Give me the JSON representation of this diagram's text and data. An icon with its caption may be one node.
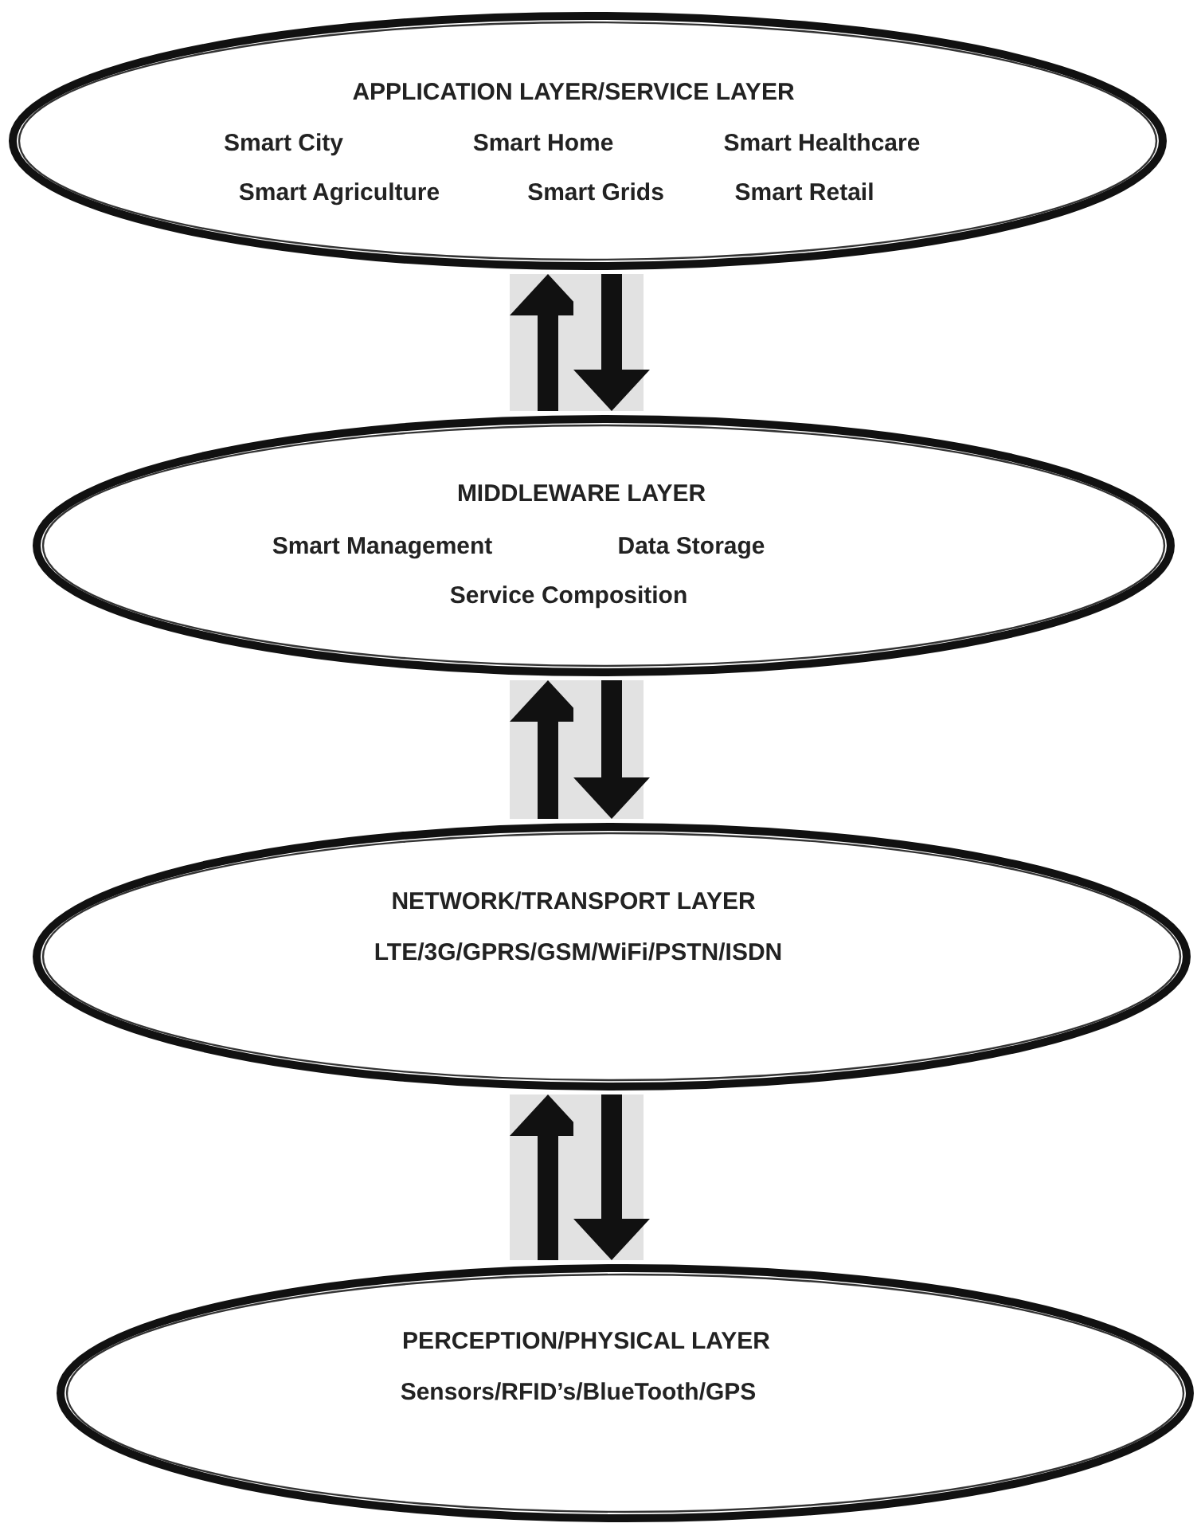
{
  "diagram": {
    "nodes": [
      {
        "text": [
          "APPLICATION LAYER/SERVICE LAYER",
          "Smart City",
          "Smart Home",
          "Smart Healthcare",
          "Smart Agriculture",
          "Smart Grids",
          "Smart Retail"
        ]
      },
      {
        "text": [
          "MIDDLEWARE LAYER",
          "Smart Management",
          "Data Storage",
          "Service Composition"
        ]
      },
      {
        "text": [
          "NETWORK/TRANSPORT LAYER",
          "LTE/3G/GPRS/GSM/WiFi/PSTN/ISDN"
        ]
      },
      {
        "text": [
          "PERCEPTION/PHYSICAL LAYER",
          "Sensors/RFID’s/BlueTooth/GPS"
        ]
      }
    ],
    "edges": [
      {
        "from": 1,
        "to": 0,
        "arrow": "to"
      },
      {
        "from": 0,
        "to": 1,
        "arrow": "to"
      },
      {
        "from": 2,
        "to": 1,
        "arrow": "to"
      },
      {
        "from": 1,
        "to": 2,
        "arrow": "to"
      },
      {
        "from": 3,
        "to": 2,
        "arrow": "to"
      },
      {
        "from": 2,
        "to": 3,
        "arrow": "to"
      }
    ]
  }
}
